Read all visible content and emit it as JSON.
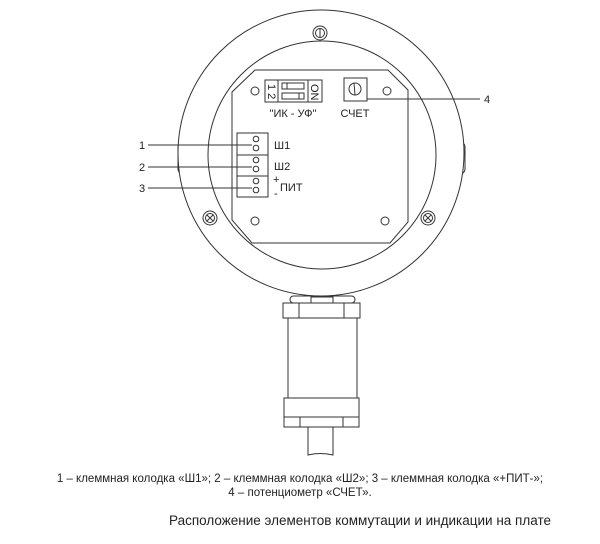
{
  "diagram": {
    "switch_label": "\"ИК - УФ\"",
    "switch_numbers": "1 2",
    "switch_on": "ON",
    "pot_label": "СЧЕТ",
    "terminals": [
      {
        "number": "1",
        "label": "Ш1"
      },
      {
        "number": "2",
        "label": "Ш2"
      },
      {
        "number": "3",
        "label": "ПИТ",
        "plus": "+",
        "minus": "-"
      }
    ],
    "pot_number": "4"
  },
  "caption": {
    "line1": "1 – клеммная колодка «Ш1»; 2 – клеммная колодка «Ш2»; 3 – клеммная колодка «+ПИТ-»;",
    "line2": "4 – потенциометр «СЧЕТ»."
  },
  "title": "Расположение элементов коммутации и индикации на плате"
}
